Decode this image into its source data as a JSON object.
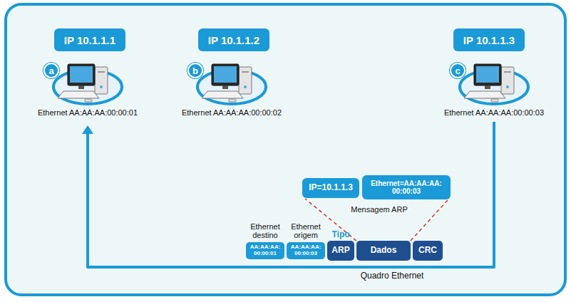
{
  "diagram": {
    "nodes": [
      {
        "text": [
          "IP 10.1.1.1"
        ]
      },
      {
        "text": [
          "IP 10.1.1.2"
        ]
      },
      {
        "text": [
          "IP 10.1.1.3"
        ]
      },
      {
        "text": [
          "Ethernet AA:AA:AA:00:00:01"
        ]
      },
      {
        "text": [
          "a"
        ],
        "in": 3
      },
      {
        "text": [
          "Ethernet AA:AA:AA:00:00:02"
        ]
      },
      {
        "text": [
          "b"
        ],
        "in": 5
      },
      {
        "text": [
          "Ethernet AA:AA:AA:00:00:03"
        ]
      },
      {
        "text": [
          "c"
        ],
        "in": 7
      },
      {
        "text": [
          "IP=10.1.1.3"
        ]
      },
      {
        "text": [
          "Ethernet=AA:AA:AA: 00:00:03"
        ]
      },
      {
        "text": [
          "Ethernet destino",
          "AA:AA:AA: 00:00:01"
        ]
      },
      {
        "text": [
          "Ethernet origem",
          "AA:AA:AA: 00:00:03"
        ]
      },
      {
        "text": [
          "Tipo",
          "ARP"
        ]
      },
      {
        "text": [
          "Dados"
        ]
      },
      {
        "text": [
          "CRC"
        ]
      }
    ],
    "edges": [
      {
        "from": 7,
        "to": 3,
        "arrow": "to",
        "label": "Quadro Ethernet"
      },
      {
        "from": 14,
        "to": 9,
        "arrow": "none"
      },
      {
        "from": 14,
        "to": 10,
        "arrow": "none"
      }
    ],
    "labels": [
      "Mensagem ARP"
    ]
  }
}
